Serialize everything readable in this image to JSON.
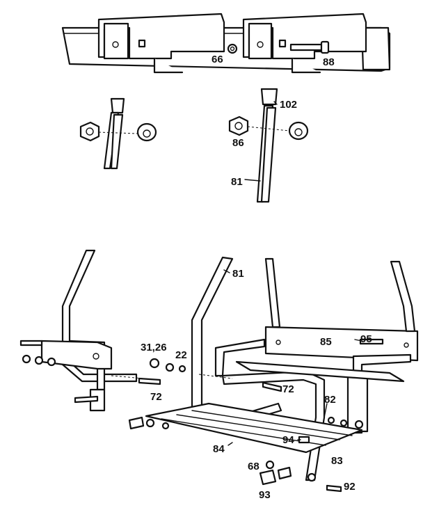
{
  "labels": {
    "p66": "66",
    "p88": "88",
    "p102": "102",
    "p86": "86",
    "p81_top": "81",
    "p81_frame": "81",
    "p85": "85",
    "p95": "95",
    "p31_26": "31,26",
    "p22": "22",
    "p72_left": "72",
    "p72_right": "72",
    "p82": "82",
    "p94": "94",
    "p84": "84",
    "p83": "83",
    "p68": "68",
    "p93": "93",
    "p92": "92"
  }
}
